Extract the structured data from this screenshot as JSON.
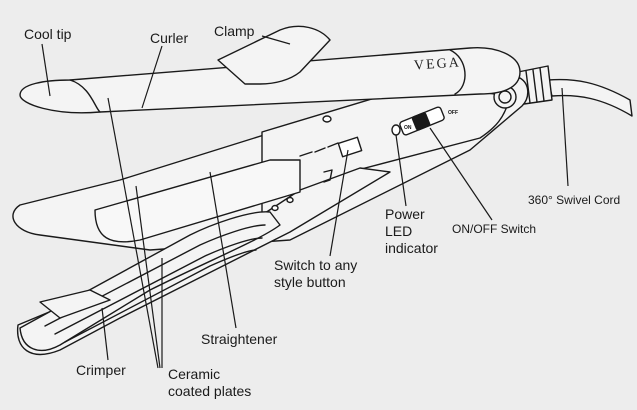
{
  "diagram": {
    "labels": {
      "cool_tip": "Cool tip",
      "curler": "Curler",
      "clamp": "Clamp",
      "swivel_cord": "360° Swivel Cord",
      "power_led_line1": "Power",
      "power_led_line2": "LED",
      "power_led_line3": "indicator",
      "on_off_switch": "ON/OFF Switch",
      "switch_style_line1": "Switch to any",
      "switch_style_line2": "style button",
      "straightener": "Straightener",
      "crimper": "Crimper",
      "ceramic_line1": "Ceramic",
      "ceramic_line2": "coated plates"
    },
    "brand": "VEGA",
    "switch_on": "ON",
    "switch_off": "OFF",
    "colors": {
      "background": "#ededed",
      "body_fill": "#f4f4f4",
      "outline": "#1a1a1a"
    }
  }
}
